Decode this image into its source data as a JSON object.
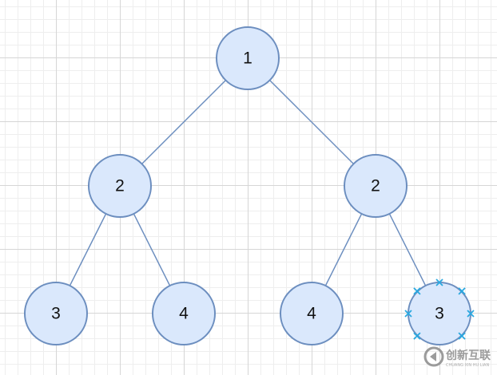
{
  "diagram": {
    "nodes": [
      {
        "id": "root",
        "label": "1"
      },
      {
        "id": "left",
        "label": "2"
      },
      {
        "id": "right",
        "label": "2"
      },
      {
        "id": "left-left",
        "label": "3"
      },
      {
        "id": "left-right",
        "label": "4"
      },
      {
        "id": "right-left",
        "label": "4"
      },
      {
        "id": "right-right",
        "label": "3",
        "selected": true
      }
    ],
    "edges": [
      {
        "from": "root",
        "to": "left"
      },
      {
        "from": "root",
        "to": "right"
      },
      {
        "from": "left",
        "to": "left-left"
      },
      {
        "from": "left",
        "to": "left-right"
      },
      {
        "from": "right",
        "to": "right-left"
      },
      {
        "from": "right",
        "to": "right-right"
      }
    ],
    "colors": {
      "node_fill": "#dae8fc",
      "node_stroke": "#6c8ebf",
      "edge": "#6c8ebf",
      "selection_handle": "#29a8e0"
    }
  },
  "watermark": {
    "name": "创新互联",
    "subtitle": "CHUANG XIN HU LIAN"
  }
}
